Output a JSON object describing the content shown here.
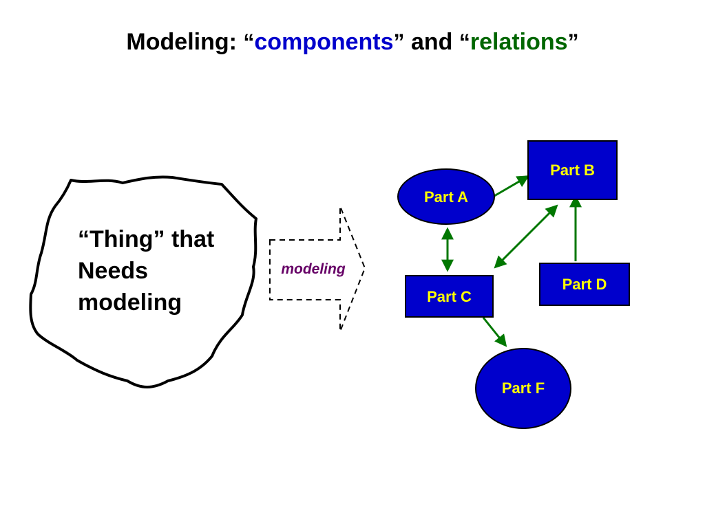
{
  "title": {
    "prefix": "Modeling: ",
    "open_quote_1": "“",
    "keyword_1": "components",
    "close_quote_1": "”",
    "middle": " and ",
    "open_quote_2": "“",
    "keyword_2": "relations",
    "close_quote_2": "”"
  },
  "thing": {
    "open_quote": "“",
    "word": "Thing",
    "close_quote": "”",
    "rest_line_1": " that",
    "line_2": "Needs",
    "line_3": "modeling"
  },
  "transform_arrow": {
    "label": "modeling"
  },
  "nodes": {
    "part_a": "Part A",
    "part_b": "Part B",
    "part_c": "Part C",
    "part_d": "Part D",
    "part_f": "Part F"
  },
  "colors": {
    "node_fill": "#0000cc",
    "node_text": "#ffff00",
    "edge": "#007700",
    "keyword_components": "#0000cc",
    "keyword_relations": "#006600",
    "arrow_label": "#660066"
  }
}
